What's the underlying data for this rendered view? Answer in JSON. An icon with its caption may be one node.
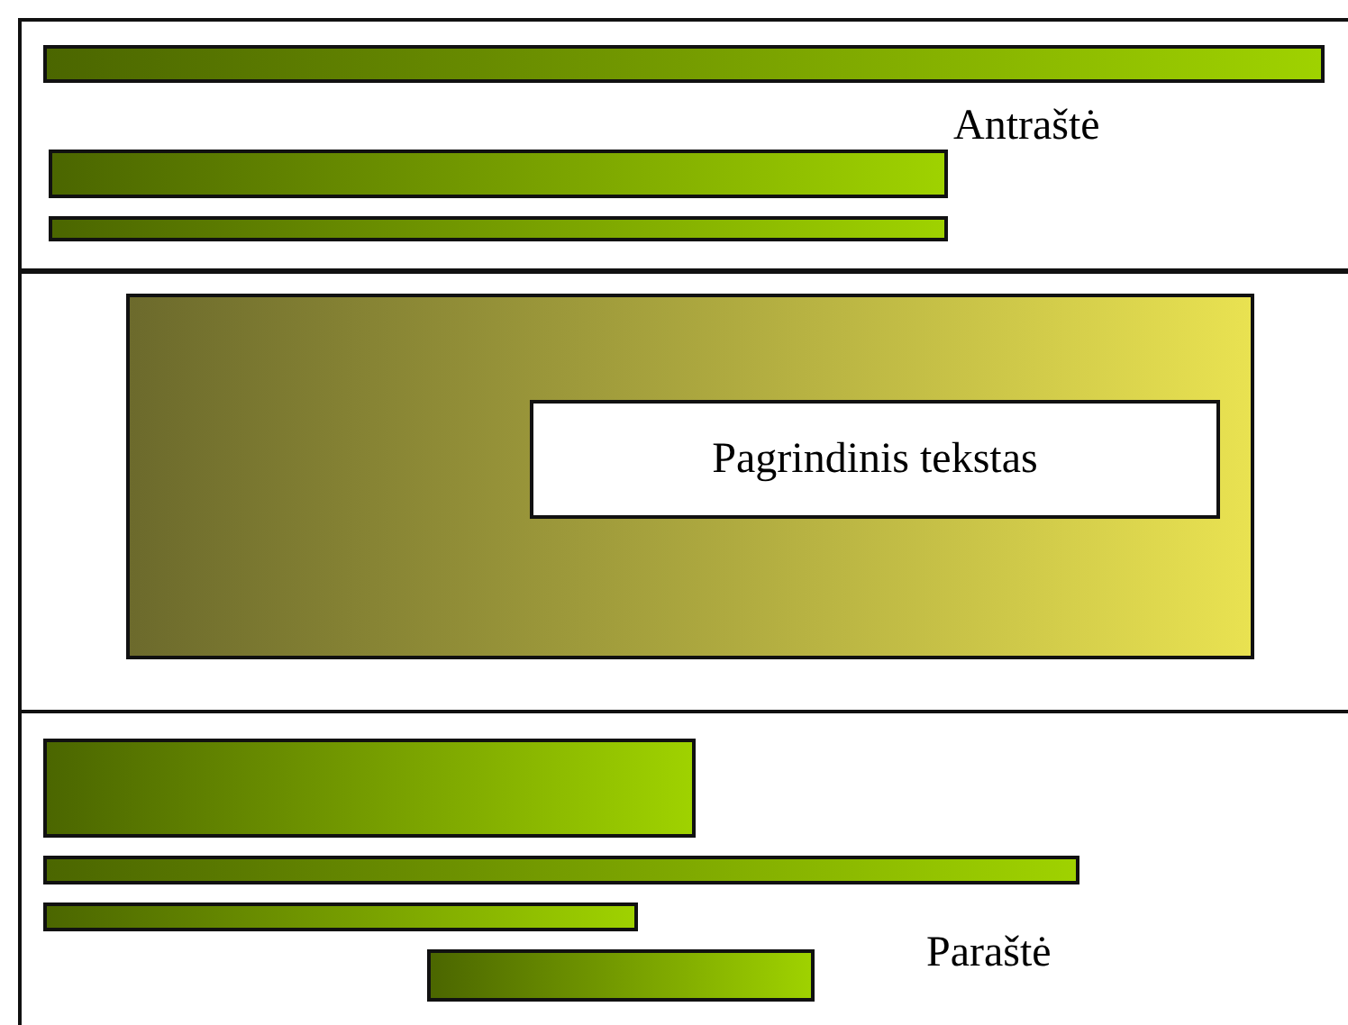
{
  "diagram": {
    "nodes": [
      {
        "text": [
          "Antraštė"
        ]
      },
      {
        "text": [],
        "shape": "bar",
        "in": 0
      },
      {
        "text": [],
        "shape": "bar",
        "in": 0
      },
      {
        "text": [],
        "shape": "bar",
        "in": 0
      },
      {
        "text": [],
        "shape": "box"
      },
      {
        "text": [],
        "shape": "box",
        "in": 4
      },
      {
        "text": [
          "Pagrindinis tekstas"
        ],
        "in": 5
      },
      {
        "text": [
          "Paraštė"
        ]
      },
      {
        "text": [],
        "shape": "bar",
        "in": 7
      },
      {
        "text": [],
        "shape": "bar",
        "in": 7
      },
      {
        "text": [],
        "shape": "bar",
        "in": 7
      },
      {
        "text": [],
        "shape": "bar",
        "in": 7
      }
    ]
  }
}
